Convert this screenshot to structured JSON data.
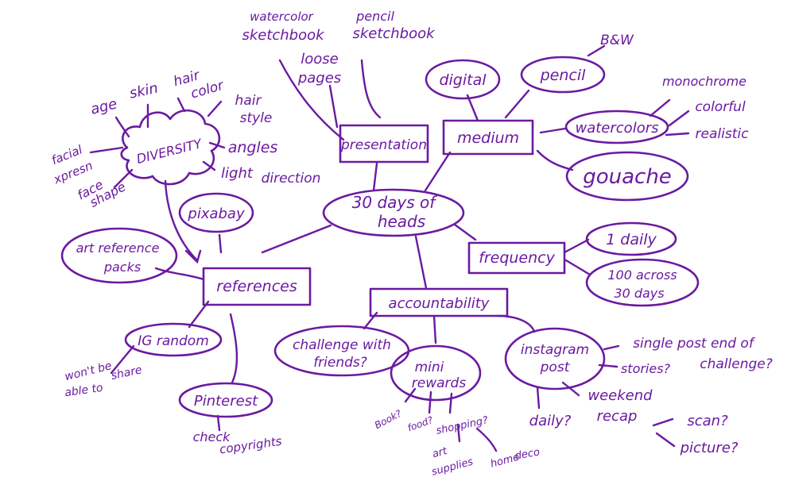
{
  "colors": {
    "ink": "#6a1aa0",
    "background": "#ffffff"
  },
  "center": {
    "label_line1": "30 days of",
    "label_line2": "heads"
  },
  "presentation": {
    "label": "presentation",
    "watercolor": {
      "line1": "watercolor",
      "line2": "sketchbook"
    },
    "pencil": {
      "line1": "pencil",
      "line2": "sketchbook"
    },
    "loose": {
      "line1": "loose",
      "line2": "pages"
    }
  },
  "medium": {
    "label": "medium",
    "digital": "digital",
    "pencil": "pencil",
    "bw": "B&W",
    "watercolors": "watercolors",
    "monochrome": "monochrome",
    "colorful": "colorful",
    "realistic": "realistic",
    "gouache": "gouache"
  },
  "frequency": {
    "label": "frequency",
    "daily": "1 daily",
    "across": {
      "line1": "100 across",
      "line2": "30 days"
    }
  },
  "accountability": {
    "label": "accountability",
    "challenge": {
      "line1": "challenge with",
      "line2": "friends?"
    },
    "mini": {
      "line1": "mini",
      "line2": "rewards"
    },
    "rewards": {
      "book": "Book?",
      "food": "food?",
      "shopping": "shopping?",
      "art": {
        "line1": "art",
        "line2": "supplies"
      },
      "home": {
        "line1": "home",
        "line2": "deco"
      }
    },
    "instagram": {
      "line1": "instagram",
      "line2": "post",
      "single": {
        "line1": "single post end of",
        "line2": "challenge?"
      },
      "stories": "stories?",
      "weekend": {
        "line1": "weekend",
        "line2": "recap"
      },
      "daily": "daily?",
      "scan": "scan?",
      "picture": "picture?"
    }
  },
  "references": {
    "label": "references",
    "pixabay": "pixabay",
    "packs": {
      "line1": "art reference",
      "line2": "packs"
    },
    "ig": "IG random",
    "wont": {
      "line1": "won't be",
      "line2": "able to",
      "line3": "share"
    },
    "pinterest": "Pinterest",
    "check": {
      "line1": "check",
      "line2": "copyrights"
    }
  },
  "diversity": {
    "label": "DIVERSITY",
    "age": "age",
    "skin": "skin",
    "hair_color": {
      "line1": "hair",
      "line2": "color"
    },
    "hair_style": {
      "line1": "hair",
      "line2": "style"
    },
    "angles": "angles",
    "light": "light",
    "direction": "direction",
    "facial": {
      "line1": "facial",
      "line2": "xpresn"
    },
    "face": {
      "line1": "face",
      "line2": "shape"
    }
  }
}
